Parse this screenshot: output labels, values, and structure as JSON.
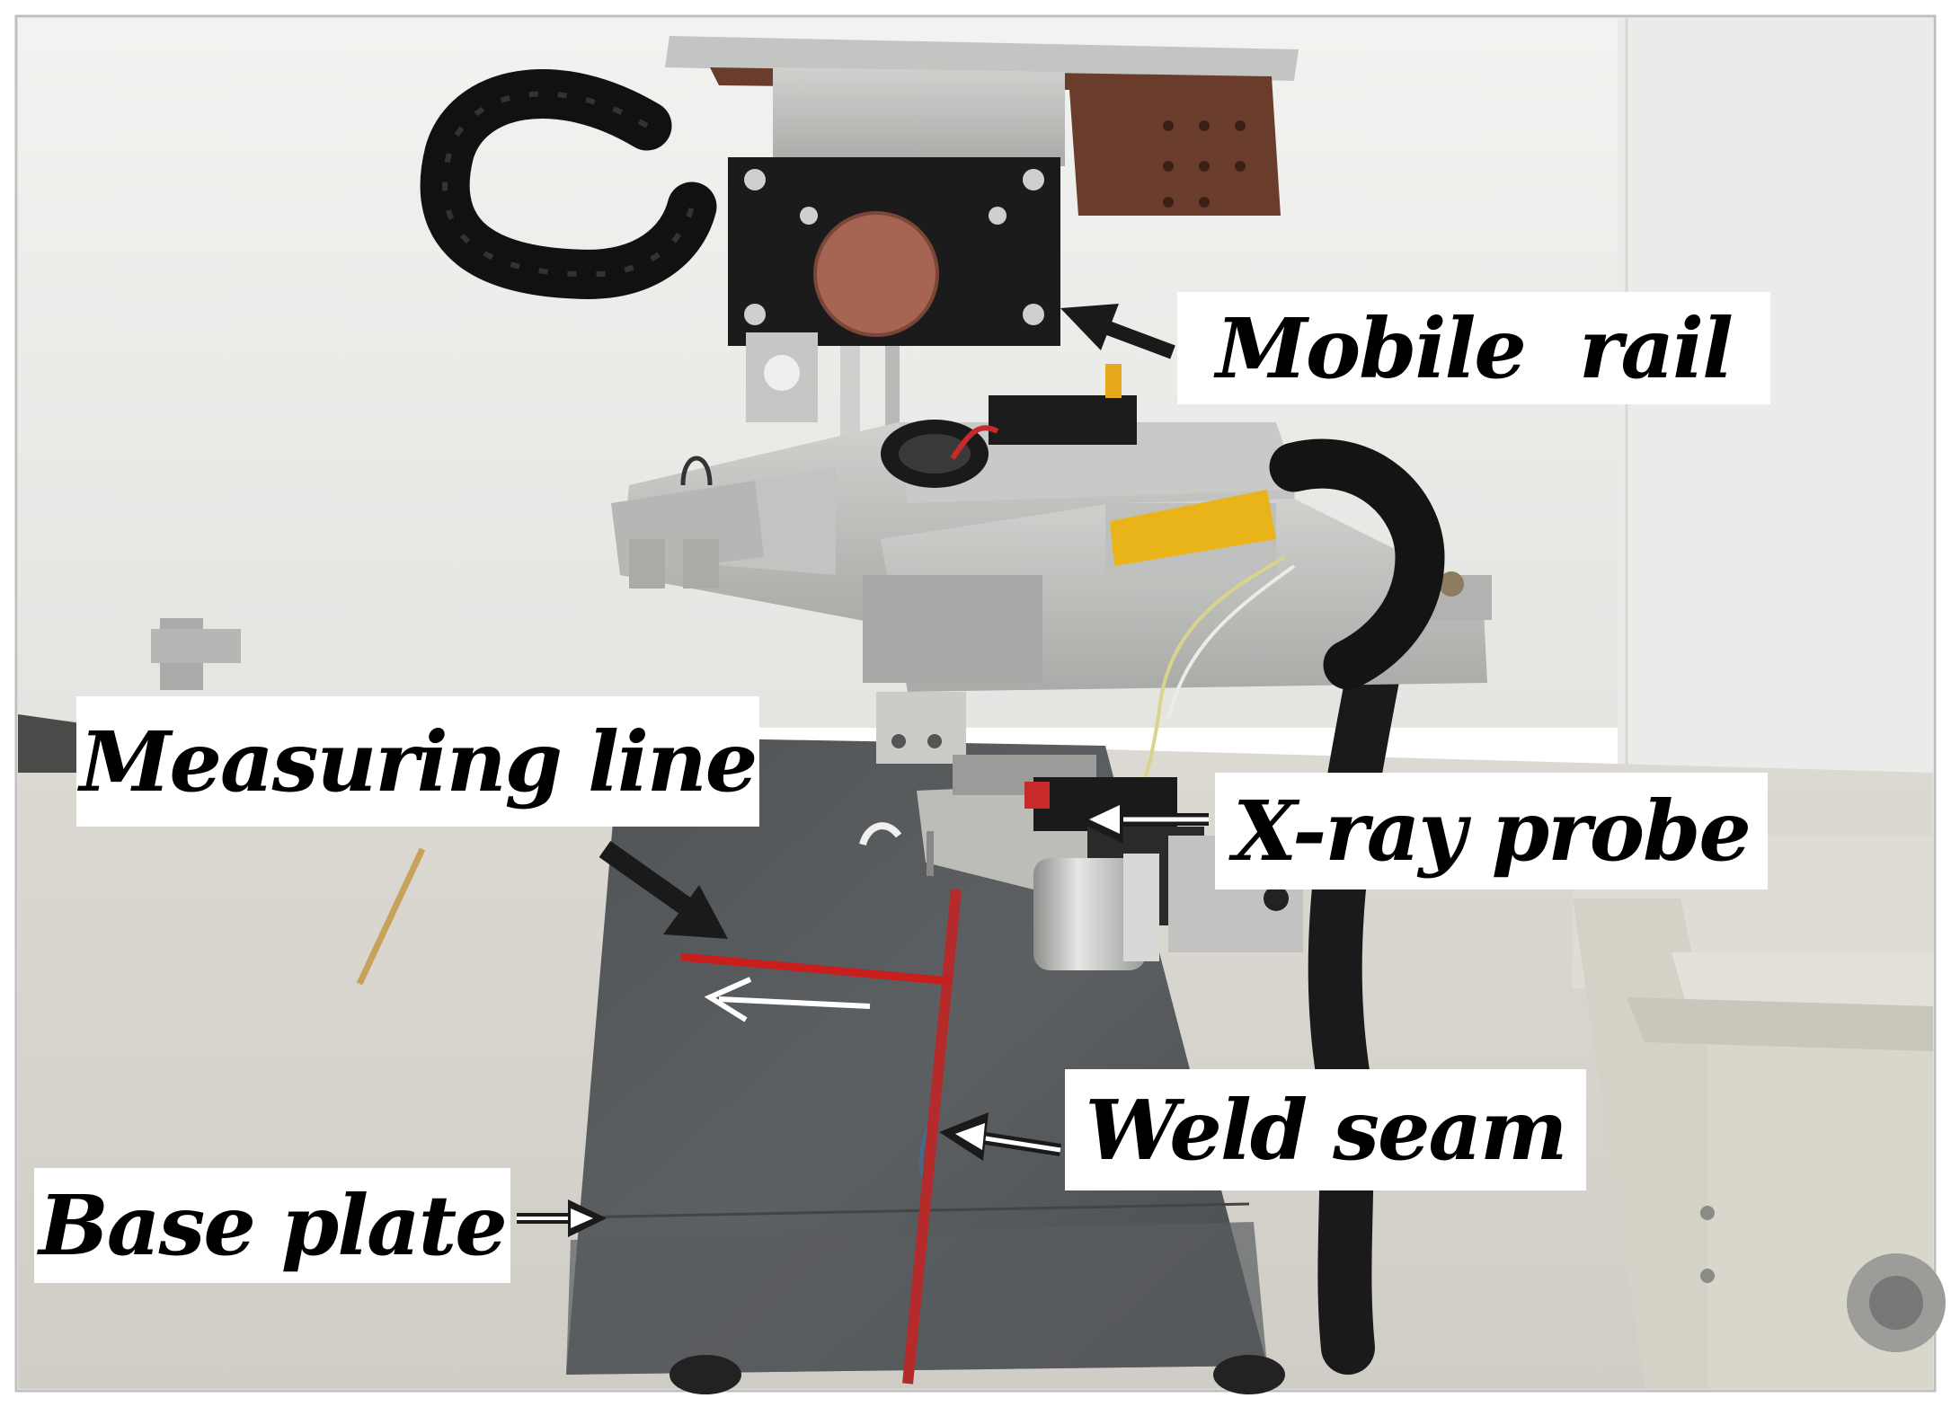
{
  "figure": {
    "labels": {
      "mobile_rail": "Mobile  rail",
      "measuring_line": "Measuring line",
      "xray_probe": "X-ray probe",
      "weld_seam": "Weld seam",
      "base_plate": "Base plate"
    },
    "colors": {
      "wall": "#eeeeec",
      "floor": "#d8d6cf",
      "plate": "#55585a",
      "aluminum": "#bdbfbc",
      "cable_black": "#1c1c1c",
      "measuring_line": "#c81e1e",
      "weld_seam": "#b52a2a",
      "warning_label": "#e8b41a",
      "arrow": "#1a1a1a",
      "label_bg": "#ffffff"
    }
  }
}
